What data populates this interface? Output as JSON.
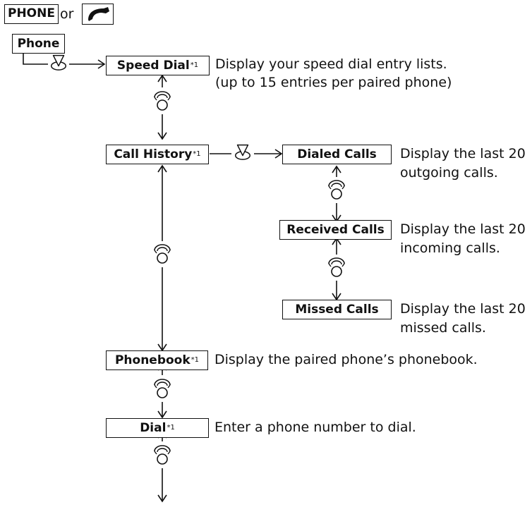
{
  "top": {
    "phone_button": "PHONE",
    "or_text": "or"
  },
  "icons": {
    "handset": "phone-handset-icon",
    "enter": "enter-select-icon",
    "rotate": "rotate-dial-icon"
  },
  "menu_title": "Phone",
  "footnote_mark": "*1",
  "items": {
    "speed_dial": {
      "label": "Speed Dial",
      "desc1": "Display your speed dial entry lists.",
      "desc2": "(up to 15 entries per paired phone)"
    },
    "call_history": {
      "label": "Call History"
    },
    "dialed_calls": {
      "label": "Dialed Calls",
      "desc1": "Display the last 20",
      "desc2": "outgoing calls."
    },
    "received_calls": {
      "label": "Received Calls",
      "desc1": "Display the last 20",
      "desc2": "incoming calls."
    },
    "missed_calls": {
      "label": "Missed Calls",
      "desc1": "Display the last 20",
      "desc2": "missed calls."
    },
    "phonebook": {
      "label": "Phonebook",
      "desc": "Display the paired phone’s phonebook."
    },
    "dial": {
      "label": "Dial",
      "desc": "Enter a phone number to dial."
    }
  }
}
